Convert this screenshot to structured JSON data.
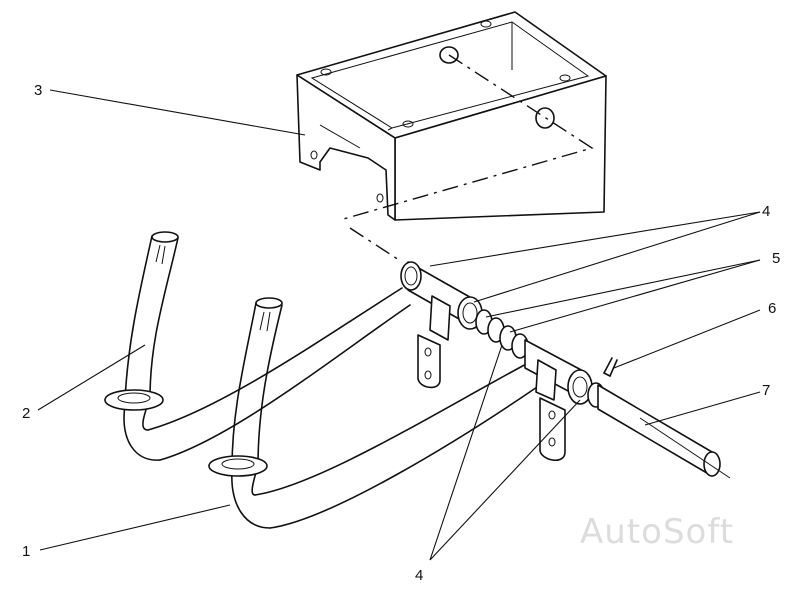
{
  "callouts": {
    "c1": "1",
    "c2": "2",
    "c3": "3",
    "c4_top": "4",
    "c4_bottom": "4",
    "c5": "5",
    "c6": "6",
    "c7": "7"
  },
  "watermark": "AutoSoft",
  "colors": {
    "line": "#111111",
    "background": "#ffffff",
    "watermark": "#dcdcdc"
  }
}
